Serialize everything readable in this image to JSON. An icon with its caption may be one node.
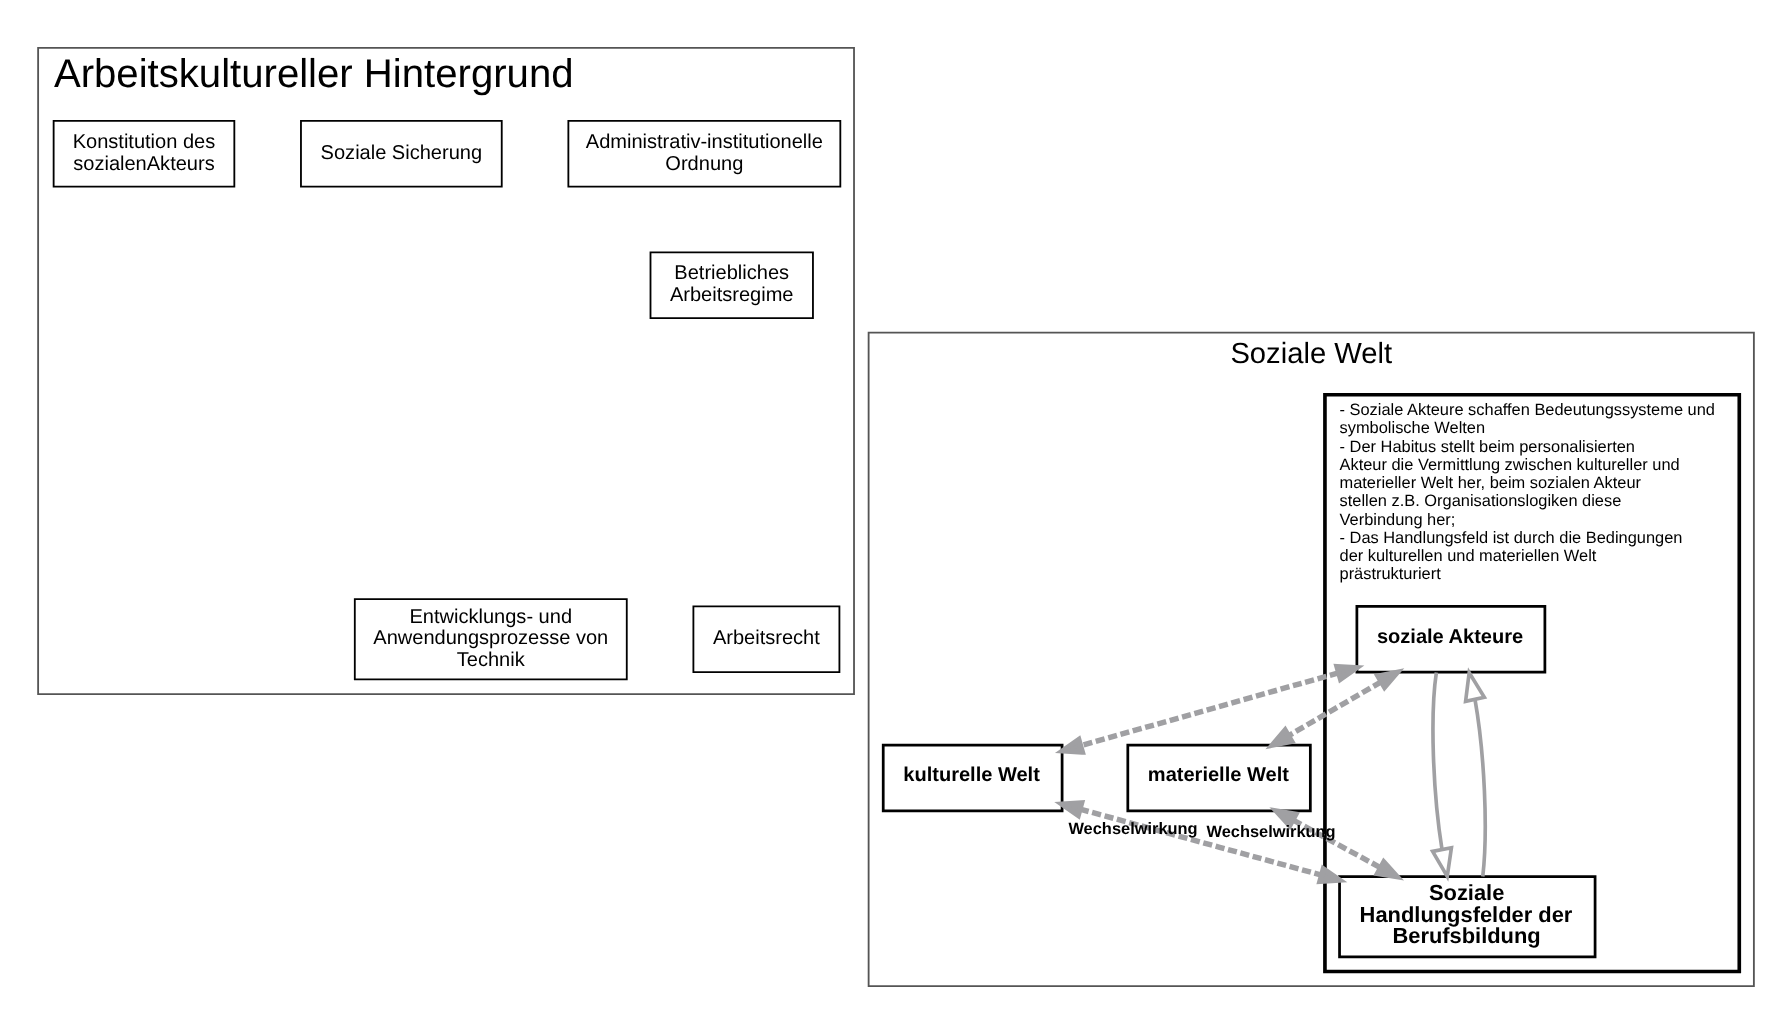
{
  "diagram": {
    "nodes": [
      {
        "text": [
          "Arbeitskultureller Hintergrund"
        ]
      },
      {
        "text": [
          "Administrativ-institutionelle Ordnung"
        ],
        "in": 0
      },
      {
        "text": [
          "Soziale Sicherung"
        ],
        "in": 0
      },
      {
        "text": [
          "Betriebliches Arbeitsregime"
        ],
        "in": 0
      },
      {
        "text": [
          "Konstitution des sozialenAkteurs"
        ],
        "in": 0
      },
      {
        "text": [
          "Arbeitsrecht"
        ],
        "in": 0
      },
      {
        "text": [
          "Entwicklungs- und Anwendungsprozesse von Technik"
        ],
        "in": 0
      },
      {
        "text": [
          "Soziale Welt"
        ]
      },
      {
        "text": [
          "kulturelle Welt"
        ],
        "in": 7
      },
      {
        "text": [
          "- Soziale Akteure schaffen Bedeutungssysteme und symbolische Welten",
          "- Der Habitus stellt beim personalisierten Akteur die Vermittlung zwischen kultureller und materieller Welt her, beim sozialen Akteur stellen z.B. Organisationslogiken diese Verbindung her;",
          "- Das Handlungsfeld ist durch die Bedingungen der kulturellen und materiellen Welt prästrukturiert"
        ],
        "in": 7
      },
      {
        "text": [
          "soziale Akteure"
        ],
        "in": 9
      },
      {
        "text": [
          "Soziale Handlungsfelder der Berufsbildung"
        ],
        "in": 9
      },
      {
        "text": [
          "materielle Welt"
        ],
        "in": 7
      }
    ],
    "edges": [
      {
        "from": 10,
        "to": 8,
        "arrow": "both",
        "style": "dashed",
        "color": "#a0a0a3"
      },
      {
        "from": 10,
        "to": 12,
        "arrow": "both",
        "style": "dashed",
        "color": "#a0a0a3"
      },
      {
        "from": 8,
        "to": 11,
        "arrow": "both",
        "style": "dashed",
        "color": "#a0a0a3",
        "label": "Wechselwirkung"
      },
      {
        "from": 12,
        "to": 11,
        "arrow": "both",
        "style": "dashed",
        "color": "#a0a0a3",
        "label": "Wechselwirkung"
      },
      {
        "from": 11,
        "to": 10,
        "arrow": "to",
        "color": "#a0a0a3"
      },
      {
        "from": 10,
        "to": 11,
        "arrow": "to",
        "color": "#a0a0a3"
      }
    ]
  }
}
